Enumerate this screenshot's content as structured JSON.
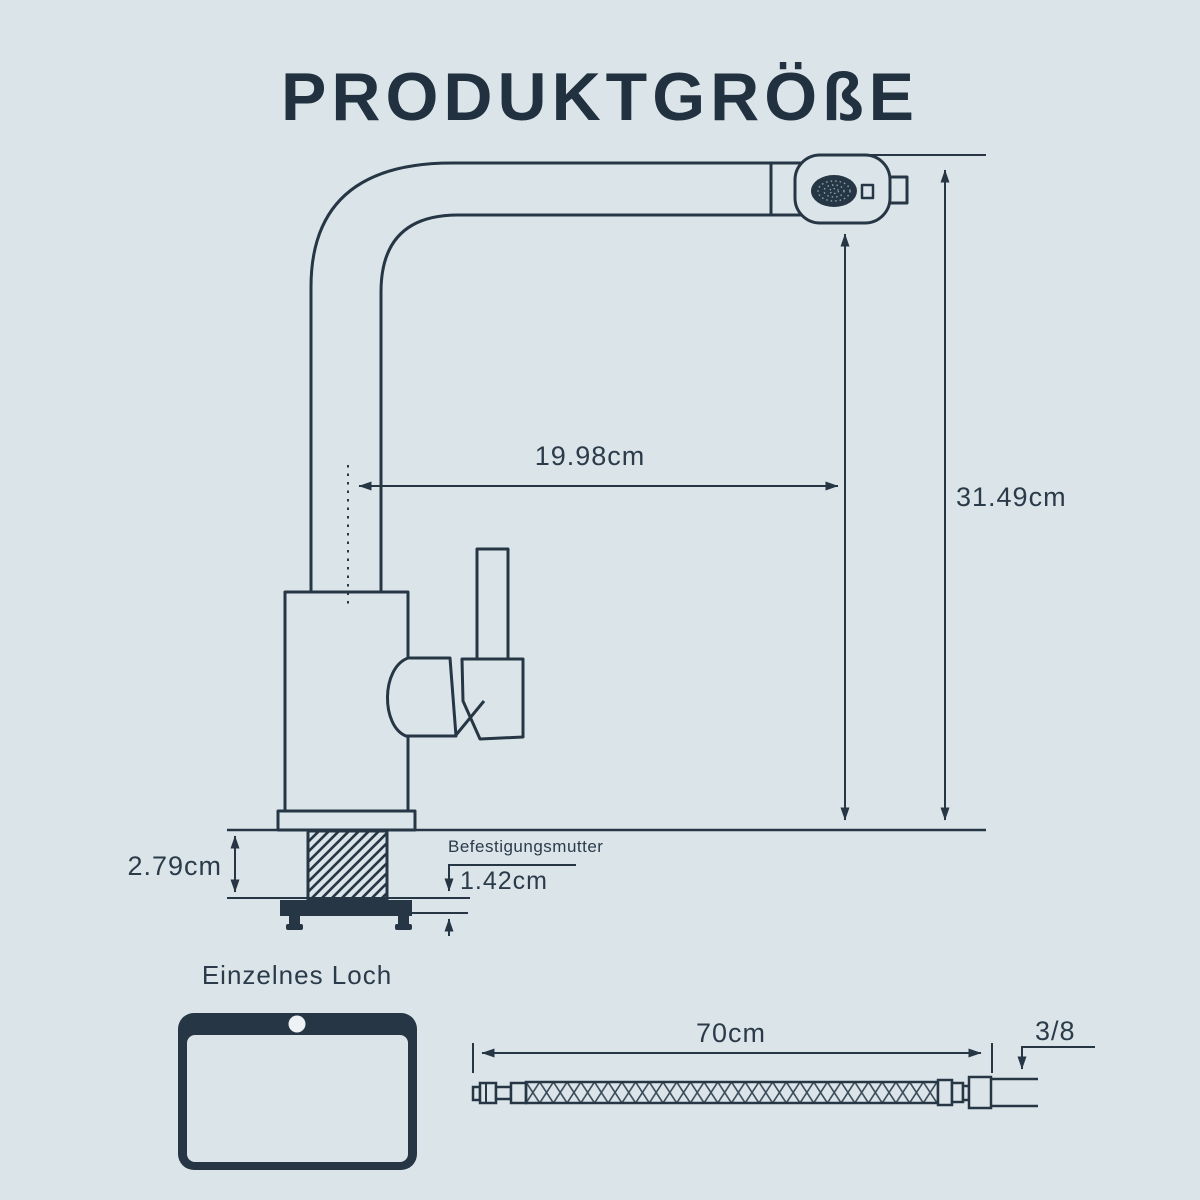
{
  "title": "PRODUKTGRÖßE",
  "colors": {
    "background": "#dbe5e9",
    "line": "#263645",
    "hole_fill": "#eef2f4"
  },
  "faucet": {
    "spout_reach": "19.98cm",
    "total_height": "31.49cm",
    "deck_thickness": "2.79cm",
    "nut_label": "Befestigungsmutter",
    "nut_height": "1.42cm"
  },
  "hole_plate": {
    "caption": "Einzelnes Loch"
  },
  "hose": {
    "length": "70cm",
    "thread": "3/8"
  }
}
